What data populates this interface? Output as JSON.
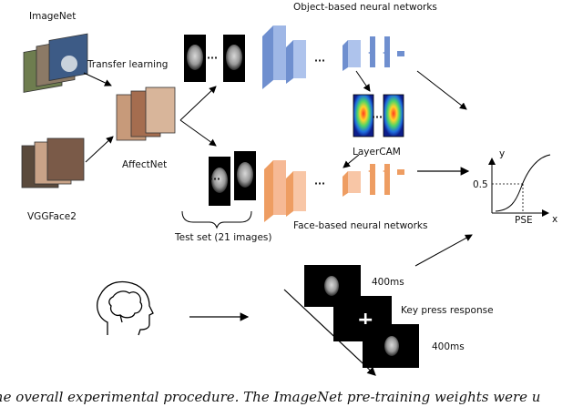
{
  "labels": {
    "imagenet": "ImageNet",
    "transfer": "Transfer learning",
    "affectnet": "AffectNet",
    "vggface2": "VGGFace2",
    "object_nets": "Object-based neural networks",
    "face_nets": "Face-based neural networks",
    "layercam": "LayerCAM",
    "test_set": "Test set (21 images)",
    "dots": "···",
    "ms_top": "400ms",
    "key_press": "Key press response",
    "ms_bottom": "400ms",
    "plus": "+"
  },
  "psychometric": {
    "y_axis": "y",
    "x_axis": "x",
    "y_tick": "0.5",
    "x_tick": "PSE"
  },
  "caption": "he overall experimental procedure. The ImageNet pre-training weights were u",
  "colors": {
    "object_net": "#8fa9dc",
    "face_net": "#f4b183",
    "arrow": "#000000",
    "screen": "#000000"
  }
}
